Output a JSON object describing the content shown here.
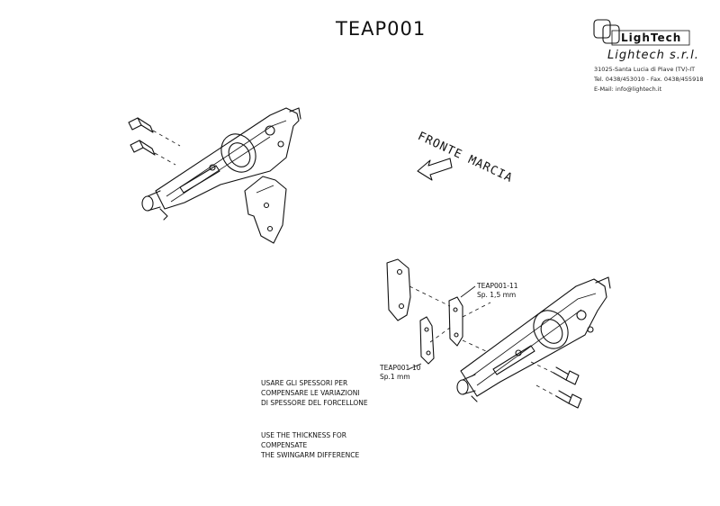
{
  "drawing": {
    "code": "TEAP001",
    "direction_label": "FRONTE MARCIA"
  },
  "company": {
    "logo_text": "LighTech",
    "name": "Lightech s.r.l.",
    "address": "31025-Santa Lucia di Piave (TV)-IT",
    "phone_fax": "Tel. 0438/453010 - Fax. 0438/455918",
    "email": "E-Mail: info@lightech.it"
  },
  "parts": {
    "spacer_11_code": "TEAP001-11",
    "spacer_11_spec": "Sp. 1,5 mm",
    "spacer_10_code": "TEAP001-10",
    "spacer_10_spec": "Sp.1 mm"
  },
  "notes": {
    "italian_1": "USARE GLI SPESSORI PER",
    "italian_2": "COMPENSARE LE VARIAZIONI",
    "italian_3": "DI SPESSORE DEL FORCELLONE",
    "english_1": "USE THE THICKNESS FOR",
    "english_2": "COMPENSATE",
    "english_3": "THE SWINGARM DIFFERENCE"
  }
}
